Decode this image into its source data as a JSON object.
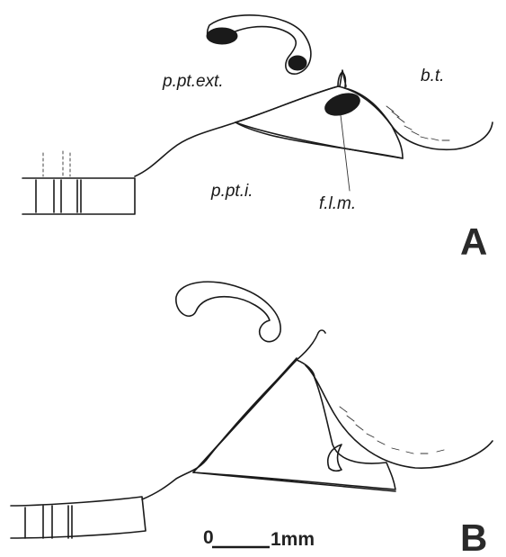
{
  "figure": {
    "panels": [
      {
        "id": "A",
        "letter": "A",
        "labels": {
          "ppt_ext": "p.pt.ext.",
          "bt": "b.t.",
          "ppt_i": "p.pt.i.",
          "flm": "f.l.m."
        }
      },
      {
        "id": "B",
        "letter": "B"
      }
    ],
    "scale_bar": {
      "zero": "0",
      "unit": "1mm"
    }
  }
}
